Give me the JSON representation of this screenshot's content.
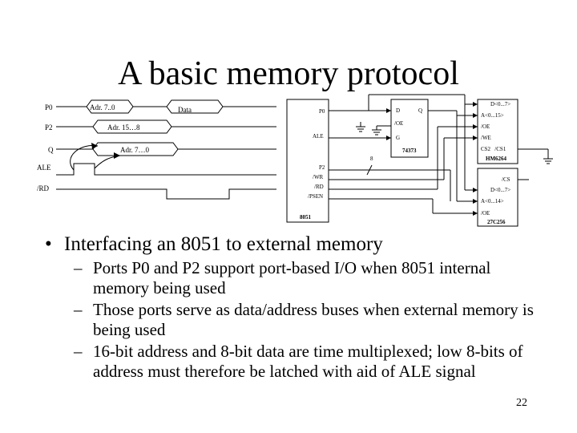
{
  "slide": {
    "title": "A basic memory protocol",
    "page_number": "22"
  },
  "diagram": {
    "timing_labels": [
      "P0",
      "P2",
      "Q",
      "ALE",
      "/RD"
    ],
    "bus_labels": {
      "p0_data": "Adr. 7..0",
      "data": "Data",
      "p2_addr": "Adr. 15…8",
      "q_addr": "Adr. 7…0"
    },
    "mcu": {
      "name": "8051",
      "pin_p0": "P0",
      "pin_ale": "ALE",
      "pin_p2": "P2",
      "pin_wr": "/WR",
      "pin_rd": "/RD",
      "pin_psen": "/PSEN"
    },
    "latch": {
      "name": "74373",
      "pin_d": "D",
      "pin_q": "Q",
      "pin_g": "G",
      "pin_oe": "/OE"
    },
    "bus_width": "8",
    "ram": {
      "name": "HM6264",
      "pin_data": "D<0...7>",
      "pin_addr": "A<0...15>",
      "pin_oe": "/OE",
      "pin_we": "/WE",
      "pin_cs": "CS2   /CS1"
    },
    "rom": {
      "name": "27C256",
      "pin_cs": "/CS",
      "pin_data": "D<0...7>",
      "pin_addr": "A<0...14>",
      "pin_oe": "/OE"
    }
  },
  "bullets": [
    {
      "text": "Interfacing an 8051 to external memory",
      "subitems": [
        "Ports P0 and P2 support port-based I/O when 8051 internal memory being used",
        "Those ports serve as data/address buses when external memory is being used",
        "16-bit address and 8-bit data are time multiplexed; low 8-bits of address must therefore be latched with aid of ALE signal"
      ]
    }
  ]
}
